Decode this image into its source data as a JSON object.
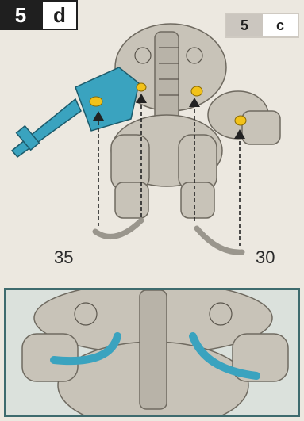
{
  "step": {
    "number": "5",
    "letter": "d"
  },
  "reference": {
    "number": "5",
    "letter": "c"
  },
  "parts": {
    "left": "35",
    "right": "30"
  },
  "colors": {
    "accent_cable": "#3aa3bf",
    "peg_yellow": "#f2c21a",
    "inset_border": "#3e6b6e"
  }
}
